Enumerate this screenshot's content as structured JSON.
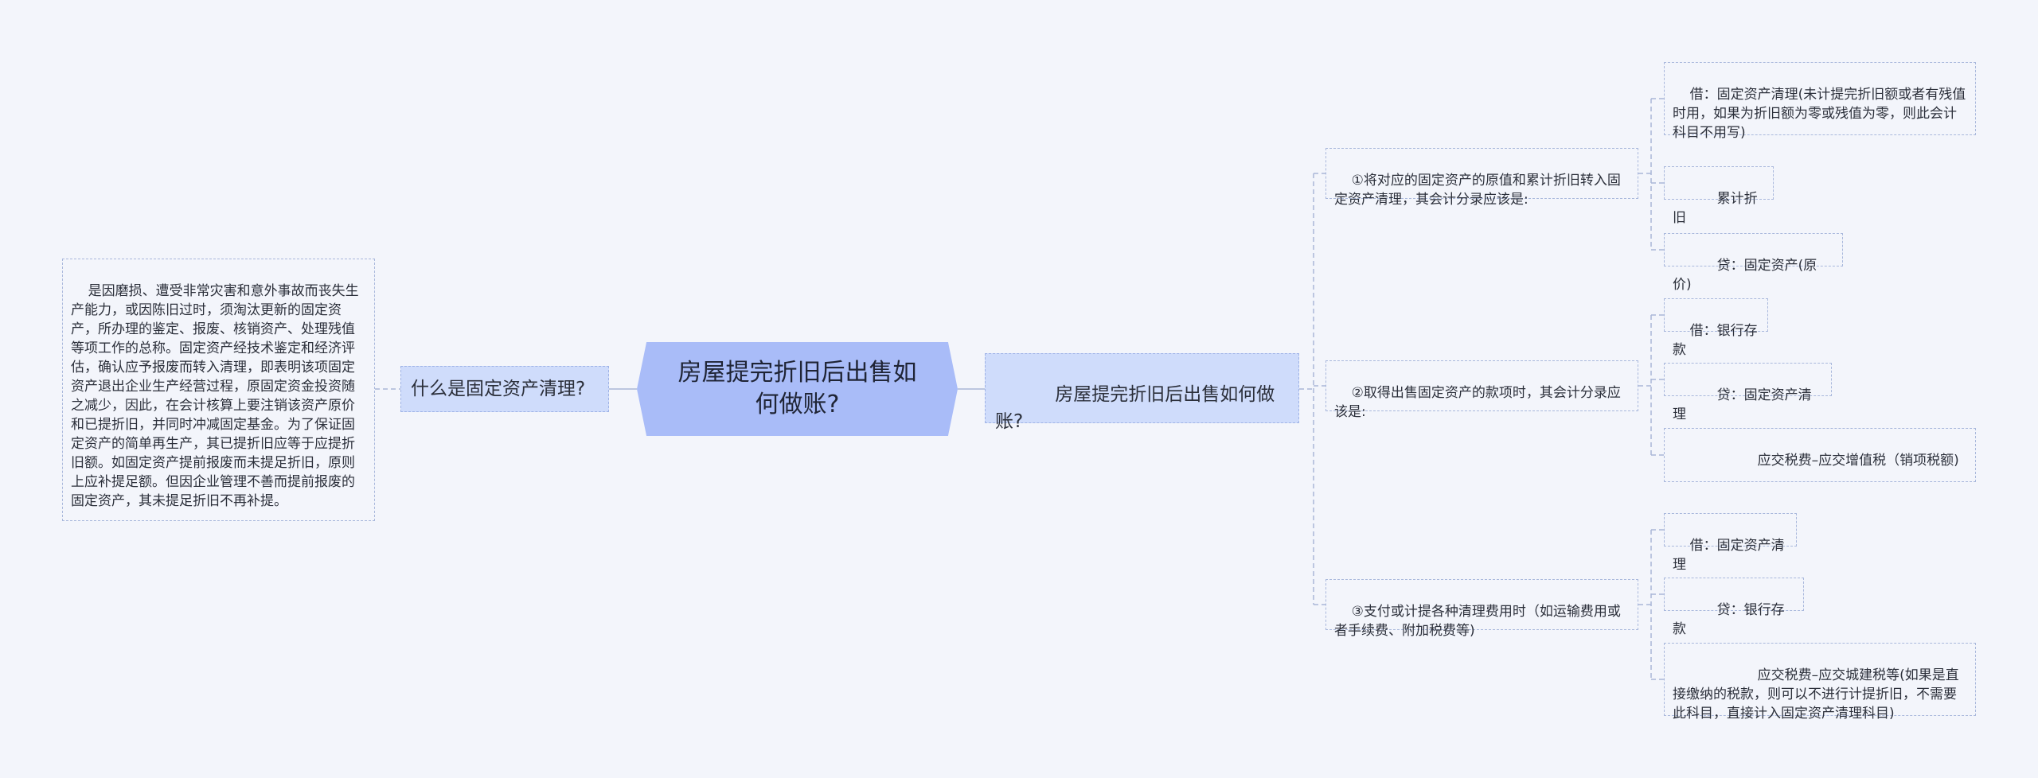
{
  "root": {
    "title": "房屋提完折旧后出售如何做账?"
  },
  "left": {
    "topic": "什么是固定资产清理?",
    "detail": "是因磨损、遭受非常灾害和意外事故而丧失生产能力，或因陈旧过时，须淘汰更新的固定资产，所办理的鉴定、报废、核销资产、处理残值等项工作的总称。固定资产经技术鉴定和经济评估，确认应予报废而转入清理，即表明该项固定资产退出企业生产经营过程，原固定资金投资随之减少，因此，在会计核算上要注销该资产原价和已提折旧，并同时冲减固定基金。为了保证固定资产的简单再生产，其已提折旧应等于应提折旧额。如固定资产提前报废而未提足折旧，原则上应补提足额。但因企业管理不善而提前报废的固定资产，其未提足折旧不再补提。"
  },
  "right": {
    "topic": "　　房屋提完折旧后出售如何做账?",
    "steps": [
      {
        "label": "①将对应的固定资产的原值和累计折旧转入固定资产清理，其会计分录应该是:",
        "entries": [
          "借：固定资产清理(未计提完折旧额或者有残值时用，如果为折旧额为零或残值为零，则此会计科目不用写)",
          "　　累计折旧",
          "　　贷：固定资产(原价)"
        ]
      },
      {
        "label": "②取得出售固定资产的款项时，其会计分录应该是:",
        "entries": [
          "借：银行存款",
          "　　贷：固定资产清理",
          "　　　　　应交税费–应交增值税（销项税额)"
        ]
      },
      {
        "label": "③支付或计提各种清理费用时（如运输费用或者手续费、附加税费等)",
        "entries": [
          "借：固定资产清理",
          "　　贷：银行存款",
          "　　　　　应交税费–应交城建税等(如果是直接缴纳的税款，则可以不进行计提折旧，不需要此科目，直接计入固定资产清理科目)"
        ]
      }
    ]
  },
  "colors": {
    "background": "#f3f5fb",
    "root_fill": "#a9bcf8",
    "branch_fill": "#cfdcfb",
    "dashed_border": "#a9b8dc",
    "connector": "#aab7d8"
  }
}
